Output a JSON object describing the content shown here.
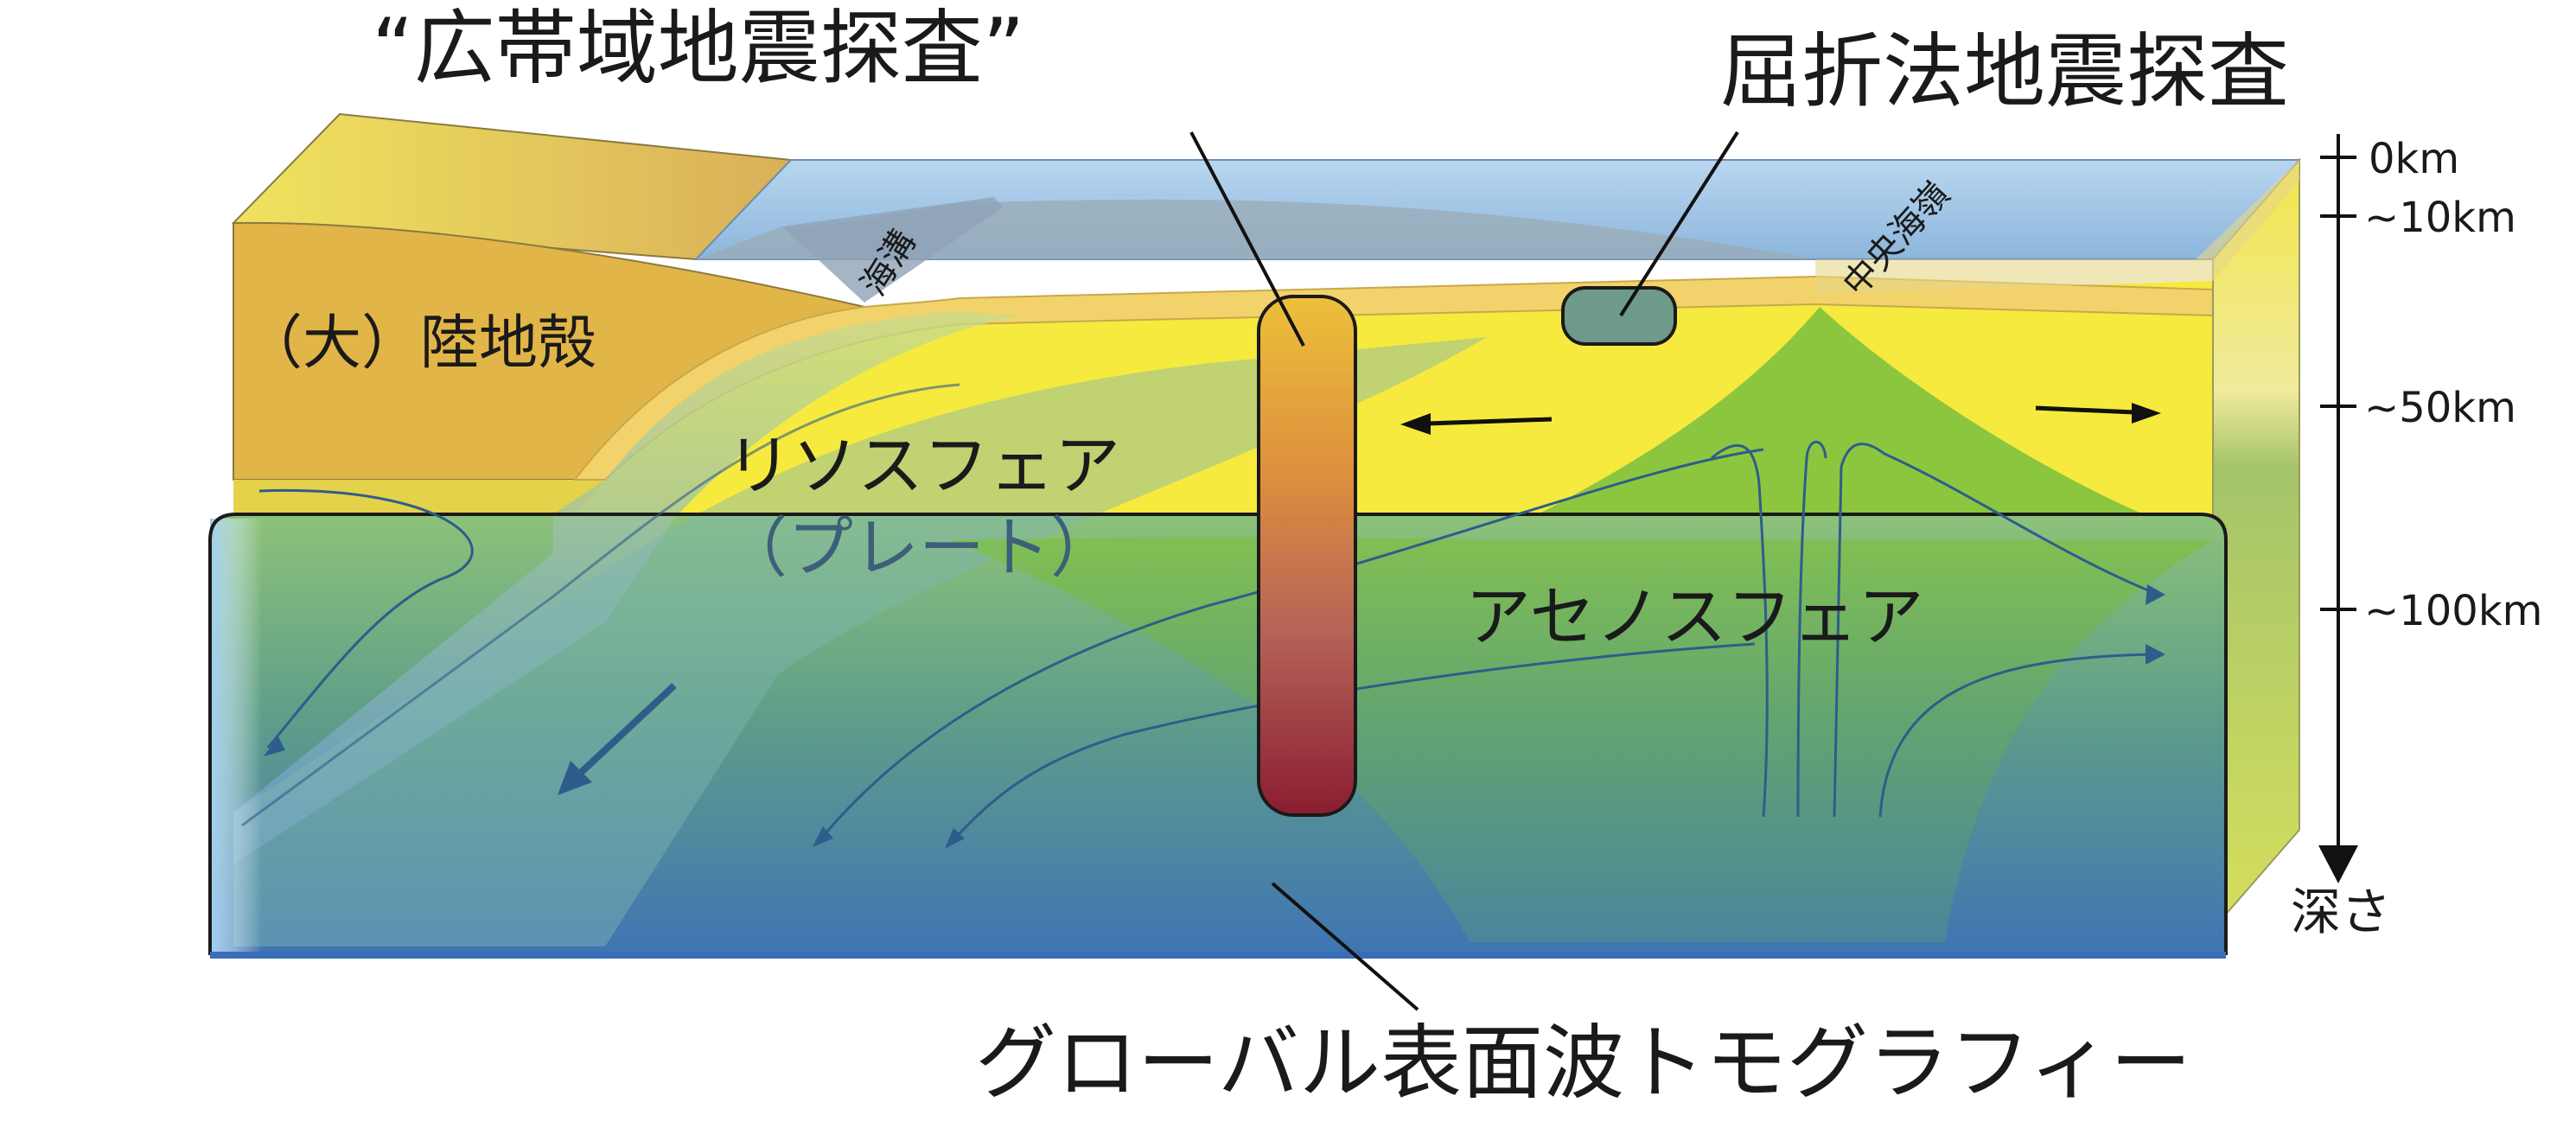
{
  "title_broadband": "“広帯域地震探査”",
  "title_refraction": "屈折法地震探査",
  "title_tomography": "グローバル表面波トモグラフィー",
  "label_continental_crust": "（大）陸地殻",
  "label_trench": "海溝",
  "label_ridge": "中央海嶺",
  "label_lithosphere": "リソスフェア",
  "label_plate": "（プレート）",
  "label_asthenosphere": "アセノスフェア",
  "depth_axis": {
    "ticks": [
      "0km",
      "~10km",
      "~50km",
      "~100km"
    ],
    "label": "深さ"
  },
  "colors": {
    "continental_crust": "#e2b548",
    "lithosphere": "#f2e640",
    "oceanic_crust": "#f3d87a",
    "ocean": "#a9cbe6",
    "asthenosphere": "#5c9a86",
    "mantle_upwelling": "#7dbe45",
    "broadband_probe_top": "#ecc03a",
    "broadband_probe_bottom": "#8c2030",
    "flow_arrows": "#2f5d8a"
  }
}
